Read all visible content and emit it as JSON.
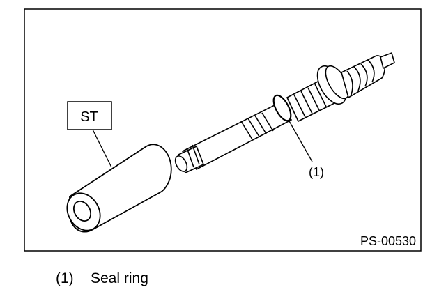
{
  "figure": {
    "tool_label": "ST",
    "callout_label": "(1)",
    "figure_code": "PS-00530"
  },
  "legend": {
    "items": [
      {
        "number": "(1)",
        "text": "Seal ring"
      }
    ]
  }
}
